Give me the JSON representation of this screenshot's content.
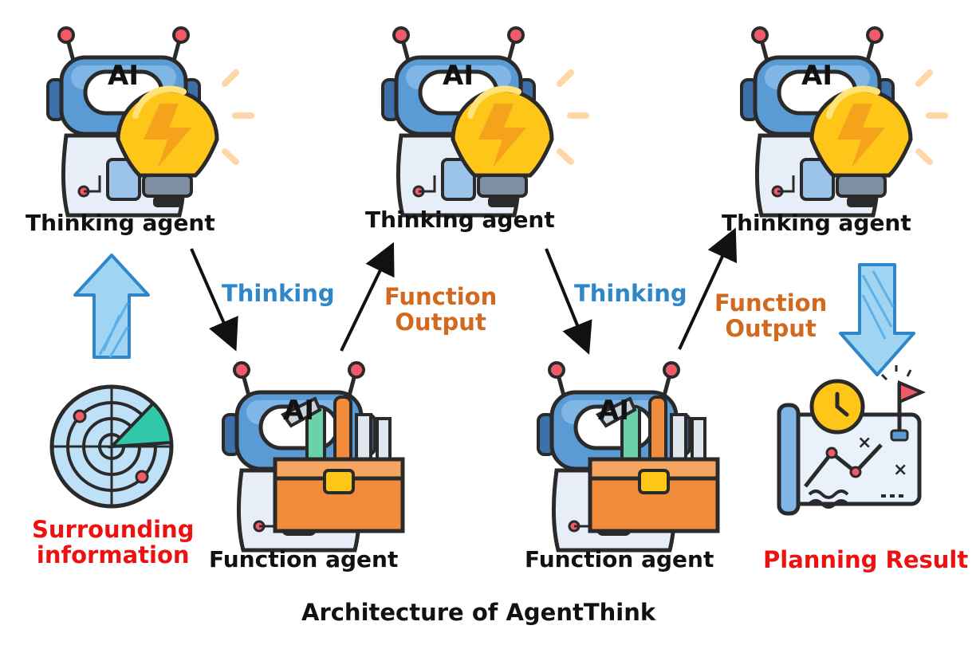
{
  "labels": {
    "thinking_agent": "Thinking agent",
    "function_agent": "Function agent",
    "thinking": "Thinking",
    "function_output_l1": "Function",
    "function_output_l2": "Output",
    "surrounding_l1": "Surrounding",
    "surrounding_l2": "information",
    "planning_result": "Planning Result",
    "robot_badge": "AI"
  },
  "caption": "Architecture of AgentThink",
  "colors": {
    "robot_blue": "#5b9bd5",
    "robot_dark": "#3d6fa8",
    "bulb_yellow": "#ffc61a",
    "bulb_orange": "#f5a31a",
    "toolbox_orange": "#f08c3c",
    "radar_blue": "#bfe1f7",
    "radar_green": "#2fc8a8",
    "label_blue": "#2f86c8",
    "label_orange": "#d2691e",
    "label_red": "#ee1111",
    "arrow_blue": "#7cc4ee"
  },
  "icons": [
    "robot-icon",
    "lightbulb-icon",
    "toolbox-icon",
    "radar-icon",
    "planning-map-icon",
    "clock-icon",
    "flag-icon"
  ]
}
